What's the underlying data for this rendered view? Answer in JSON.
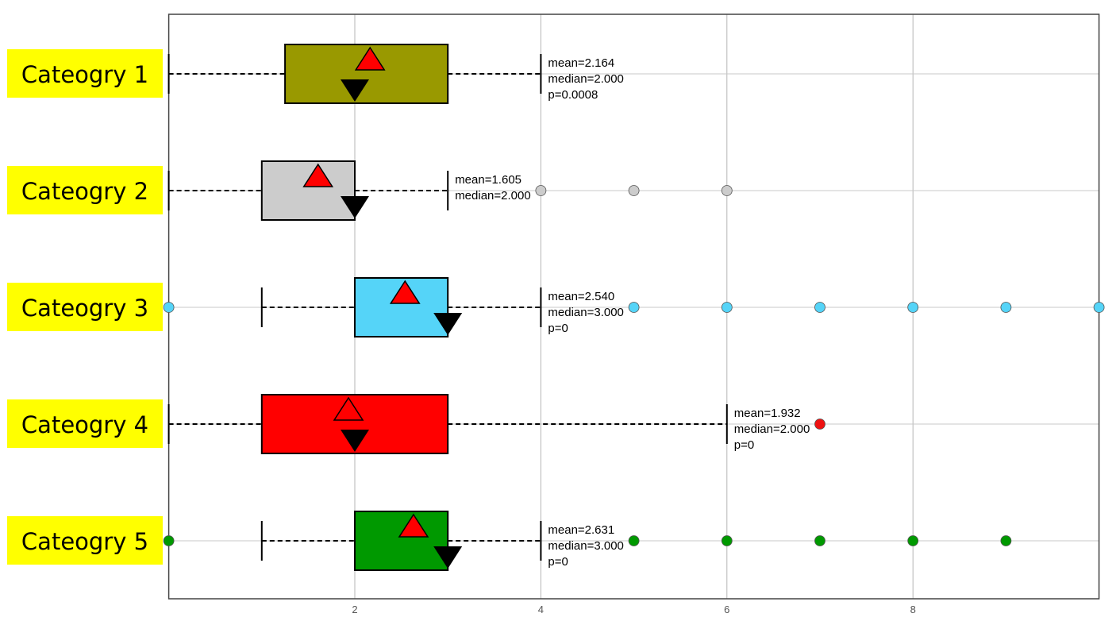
{
  "chart_data": {
    "type": "boxplot",
    "orientation": "horizontal",
    "title": "",
    "xlabel": "",
    "ylabel": "",
    "xlim": [
      0,
      10
    ],
    "xticks": [
      2,
      4,
      6,
      8
    ],
    "xtick_labels": [
      "2",
      "4",
      "6",
      "8"
    ],
    "grid": true,
    "label_bg_color": "#ffff00",
    "mean_marker_color": "#ff0000",
    "median_marker_color": "#000000",
    "series": [
      {
        "name": "Cateogry 1",
        "color": "#999900",
        "whisker_low": 0,
        "q1": 1.25,
        "median": 2,
        "q3": 3,
        "whisker_high": 4,
        "mean": 2.164,
        "outliers": [],
        "outlier_color": "#999900",
        "annotation": [
          "mean=2.164",
          "median=2.000",
          "p=0.0008"
        ]
      },
      {
        "name": "Cateogry 2",
        "color": "#cccccc",
        "whisker_low": 0,
        "q1": 1,
        "median": 2,
        "q3": 2,
        "whisker_high": 3,
        "mean": 1.605,
        "outliers": [
          4,
          5,
          6
        ],
        "outlier_color": "#cccccc",
        "annotation": [
          "mean=1.605",
          "median=2.000"
        ]
      },
      {
        "name": "Cateogry 3",
        "color": "#55d4f8",
        "whisker_low": 1,
        "q1": 2,
        "median": 3,
        "q3": 3,
        "whisker_high": 4,
        "mean": 2.54,
        "outliers": [
          0,
          5,
          6,
          7,
          8,
          9,
          10
        ],
        "outlier_color": "#55d4f8",
        "annotation": [
          "mean=2.540",
          "median=3.000",
          "p=0"
        ]
      },
      {
        "name": "Cateogry 4",
        "color": "#ff0000",
        "whisker_low": 0,
        "q1": 1,
        "median": 2,
        "q3": 3,
        "whisker_high": 6,
        "mean": 1.932,
        "outliers": [
          7
        ],
        "outlier_color": "#ee1111",
        "annotation": [
          "mean=1.932",
          "median=2.000",
          "p=0"
        ]
      },
      {
        "name": "Cateogry 5",
        "color": "#009900",
        "whisker_low": 1,
        "q1": 2,
        "median": 3,
        "q3": 3,
        "whisker_high": 4,
        "mean": 2.631,
        "outliers": [
          0,
          5,
          6,
          7,
          8,
          9
        ],
        "outlier_color": "#009900",
        "annotation": [
          "mean=2.631",
          "median=3.000",
          "p=0"
        ]
      }
    ]
  }
}
